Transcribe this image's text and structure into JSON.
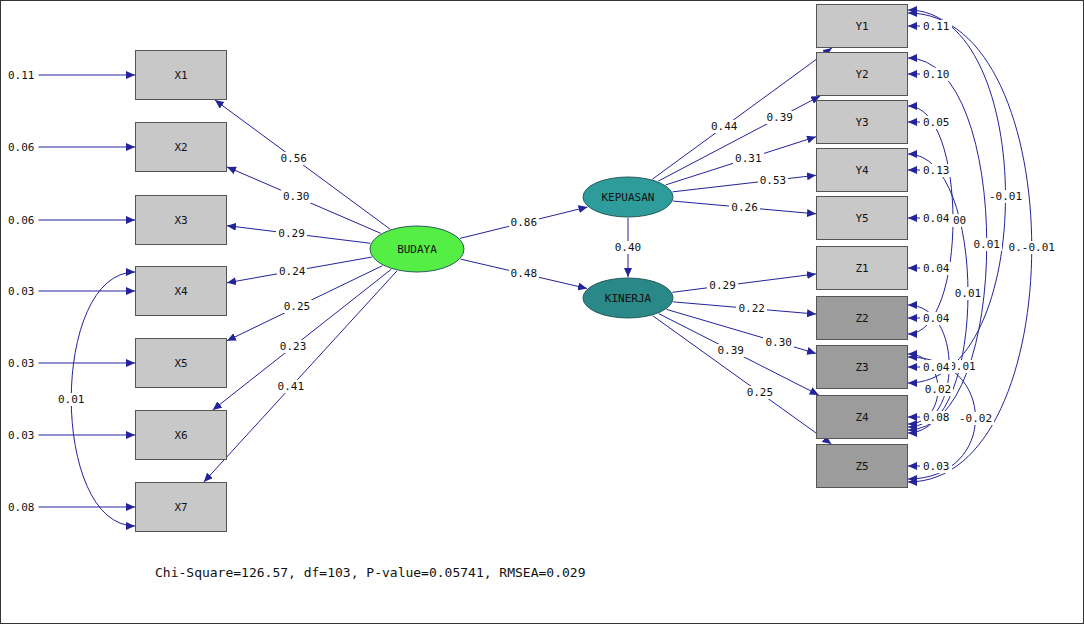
{
  "diagram": {
    "caption": "Chi-Square=126.57, df=103, P-value=0.05741, RMSEA=0.029",
    "nodes": [
      {
        "text": [
          "X1"
        ]
      },
      {
        "text": [
          "X2"
        ]
      },
      {
        "text": [
          "X3"
        ]
      },
      {
        "text": [
          "X4"
        ]
      },
      {
        "text": [
          "X5"
        ]
      },
      {
        "text": [
          "X6"
        ]
      },
      {
        "text": [
          "X7"
        ]
      },
      {
        "text": [
          "BUDAYA"
        ]
      },
      {
        "text": [
          "KEPUASAN"
        ]
      },
      {
        "text": [
          "KINERJA"
        ]
      },
      {
        "text": [
          "Y1"
        ]
      },
      {
        "text": [
          "Y2"
        ]
      },
      {
        "text": [
          "Y3"
        ]
      },
      {
        "text": [
          "Y4"
        ]
      },
      {
        "text": [
          "Y5"
        ]
      },
      {
        "text": [
          "Z1"
        ]
      },
      {
        "text": [
          "Z2"
        ]
      },
      {
        "text": [
          "Z3"
        ]
      },
      {
        "text": [
          "Z4"
        ]
      },
      {
        "text": [
          "Z5"
        ]
      }
    ],
    "edges": [
      {
        "from": 7,
        "to": 0,
        "arrow": "to",
        "label": "0.56"
      },
      {
        "from": 7,
        "to": 1,
        "arrow": "to",
        "label": "0.30"
      },
      {
        "from": 7,
        "to": 2,
        "arrow": "to",
        "label": "0.29"
      },
      {
        "from": 7,
        "to": 3,
        "arrow": "to",
        "label": "0.24"
      },
      {
        "from": 7,
        "to": 4,
        "arrow": "to",
        "label": "0.25"
      },
      {
        "from": 7,
        "to": 5,
        "arrow": "to",
        "label": "0.23"
      },
      {
        "from": 7,
        "to": 6,
        "arrow": "to",
        "label": "0.41"
      },
      {
        "from": 7,
        "to": 8,
        "arrow": "to",
        "label": "0.86"
      },
      {
        "from": 7,
        "to": 9,
        "arrow": "to",
        "label": "0.48"
      },
      {
        "from": 8,
        "to": 9,
        "arrow": "to",
        "label": "0.40"
      },
      {
        "from": 8,
        "to": 10,
        "arrow": "to",
        "label": "0.44"
      },
      {
        "from": 8,
        "to": 11,
        "arrow": "to",
        "label": "0.39"
      },
      {
        "from": 8,
        "to": 12,
        "arrow": "to",
        "label": "0.31"
      },
      {
        "from": 8,
        "to": 13,
        "arrow": "to",
        "label": "0.53"
      },
      {
        "from": 8,
        "to": 14,
        "arrow": "to",
        "label": "0.26"
      },
      {
        "from": 9,
        "to": 15,
        "arrow": "to",
        "label": "0.29"
      },
      {
        "from": 9,
        "to": 16,
        "arrow": "to",
        "label": "0.22"
      },
      {
        "from": 9,
        "to": 17,
        "arrow": "to",
        "label": "0.30"
      },
      {
        "from": 9,
        "to": 18,
        "arrow": "to",
        "label": "0.39"
      },
      {
        "from": 9,
        "to": 19,
        "arrow": "to",
        "label": "0.25"
      },
      {
        "from": 3,
        "to": 6,
        "arrow": "both",
        "label": "0.01"
      },
      {
        "from": 12,
        "to": 16,
        "arrow": "both",
        "label": "0.00"
      },
      {
        "from": 10,
        "to": 17,
        "arrow": "both",
        "label": "-0.01"
      },
      {
        "from": 13,
        "to": 18,
        "arrow": "both",
        "label": "0.01"
      },
      {
        "from": 10,
        "to": 19,
        "arrow": "both",
        "label": "0.-0.01"
      },
      {
        "from": 11,
        "to": 18,
        "arrow": "both",
        "label": "0.01"
      },
      {
        "from": 16,
        "to": 18,
        "arrow": "both",
        "label": "-0.-0.01"
      },
      {
        "from": 17,
        "to": 18,
        "arrow": "both",
        "label": "0.02"
      },
      {
        "from": 17,
        "to": 19,
        "arrow": "both",
        "label": "-0.02"
      }
    ],
    "labels": [
      "0.11",
      "0.06",
      "0.06",
      "0.03",
      "0.03",
      "0.03",
      "0.08",
      "0.11",
      "0.10",
      "0.05",
      "0.13",
      "0.04",
      "0.04",
      "0.04",
      "0.04",
      "0.08",
      "0.03"
    ]
  }
}
